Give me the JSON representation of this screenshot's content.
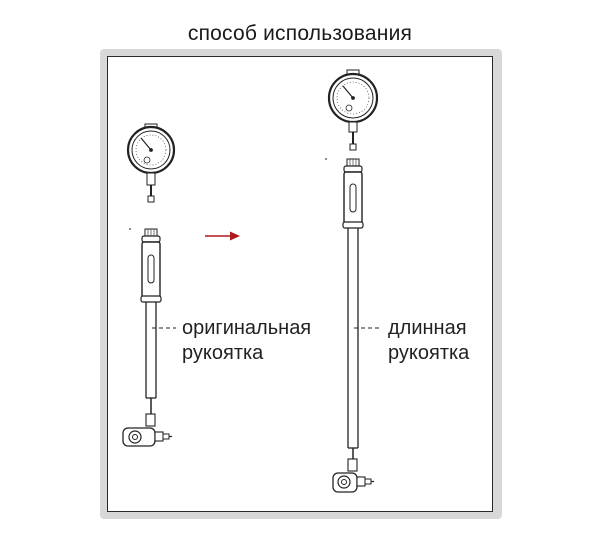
{
  "title": "способ использования",
  "labels": {
    "original": {
      "line1": "оригинальная",
      "line2": "рукоятка"
    },
    "long": {
      "line1": "длинная",
      "line2": "рукоятка"
    }
  },
  "colors": {
    "frame": "#d8d8d8",
    "outline": "#2a2a2a",
    "arrow": "#b01a1a"
  }
}
